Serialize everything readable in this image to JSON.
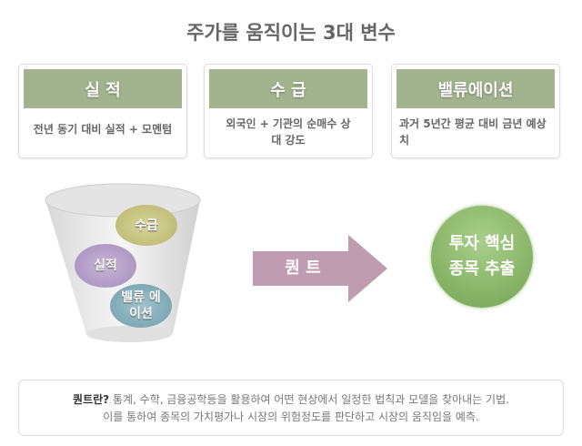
{
  "title": "주가를 움직이는 3대 변수",
  "cards": [
    {
      "label": "실 적",
      "desc": "전년 동기 대비 실적 + 모멘텀"
    },
    {
      "label": "수 급",
      "desc": "외국인 + 기관의 순매수 상대 강도"
    },
    {
      "label": "밸류에이션",
      "desc": "과거 5년간 평균 대비 금년 예상치"
    }
  ],
  "funnel": {
    "supply": "수급",
    "earnings": "실적",
    "valuation": "밸류 에이션"
  },
  "arrow_label": "퀀 트",
  "result": "투자 핵심 종목 추출",
  "note": {
    "term": "퀀트란?",
    "line1": "통계, 수학, 금융공학등을 활용하여 어떤 현상에서 일정한 법칙과 모델을 찾아내는 기법.",
    "line2": "이를 통하여 종목의 가치평가나 시장의 위험정도를 판단하고 시장의 움직임을 예측."
  }
}
